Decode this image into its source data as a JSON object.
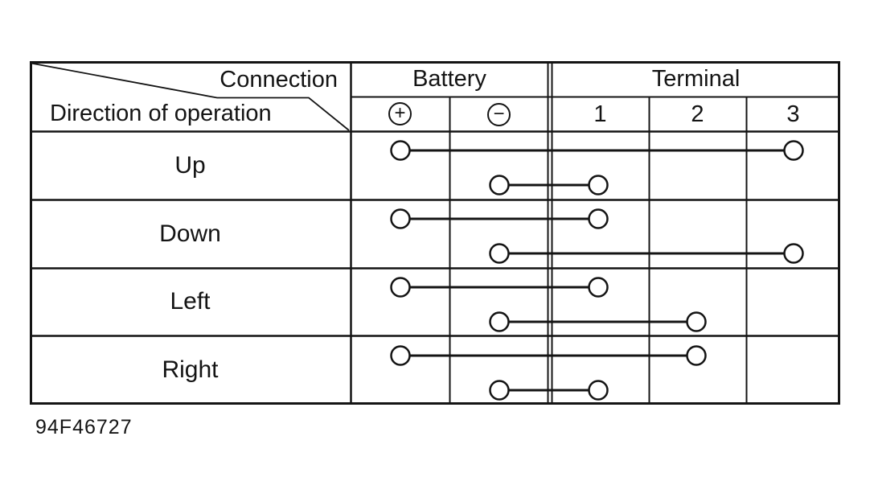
{
  "page": {
    "background": "#ffffff",
    "line_color": "#141414"
  },
  "table": {
    "header": {
      "connection_label": "Connection",
      "direction_label": "Direction of operation",
      "battery_label": "Battery",
      "terminal_label": "Terminal",
      "battery_columns": [
        {
          "name": "plus",
          "symbol": "+"
        },
        {
          "name": "minus",
          "symbol": "−"
        }
      ],
      "terminal_columns": [
        "1",
        "2",
        "3"
      ]
    },
    "rows": [
      {
        "label": "Up",
        "connections": [
          {
            "from": "plus",
            "to_terminal": 3
          },
          {
            "from": "minus",
            "to_terminal": 1
          }
        ]
      },
      {
        "label": "Down",
        "connections": [
          {
            "from": "plus",
            "to_terminal": 1
          },
          {
            "from": "minus",
            "to_terminal": 3
          }
        ]
      },
      {
        "label": "Left",
        "connections": [
          {
            "from": "plus",
            "to_terminal": 1
          },
          {
            "from": "minus",
            "to_terminal": 2
          }
        ]
      },
      {
        "label": "Right",
        "connections": [
          {
            "from": "plus",
            "to_terminal": 2
          },
          {
            "from": "minus",
            "to_terminal": 1
          }
        ]
      }
    ]
  },
  "footer": {
    "code": "94F46727"
  }
}
